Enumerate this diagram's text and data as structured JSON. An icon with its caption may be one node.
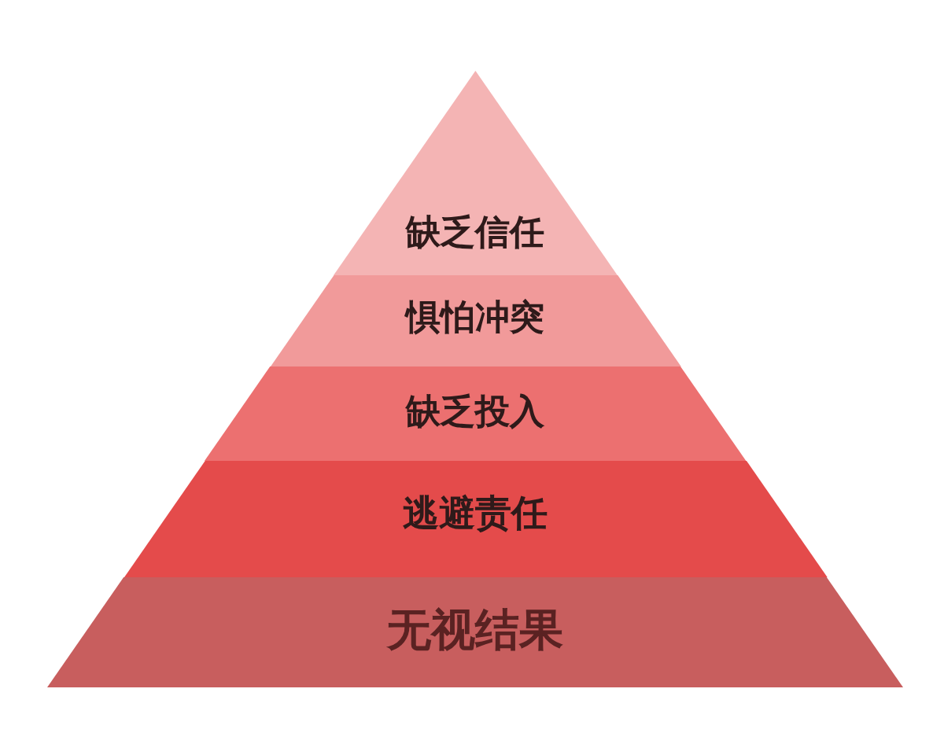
{
  "diagram": {
    "nodes": [
      {
        "text": [
          "缺乏信任"
        ]
      },
      {
        "text": [
          "惧怕冲突"
        ]
      },
      {
        "text": [
          "缺乏投入"
        ]
      },
      {
        "text": [
          "逃避责任"
        ]
      },
      {
        "text": [
          "无视结果"
        ]
      }
    ]
  }
}
